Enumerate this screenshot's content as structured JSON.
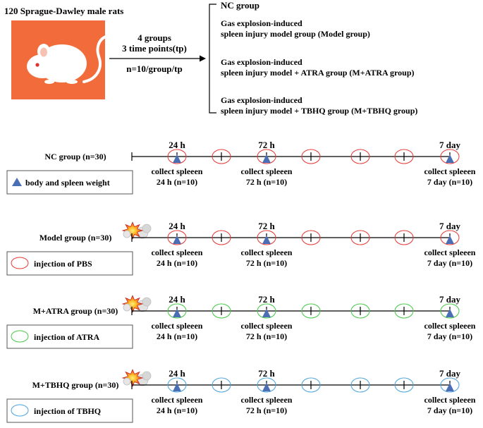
{
  "header": {
    "rat_label": "120 Sprague-Dawley male rats",
    "arrow_line1": "4 groups",
    "arrow_line2": "3 time points(tp)",
    "arrow_line3": "n=10/group/tp"
  },
  "group_list": [
    {
      "line1": "NC group",
      "line2": ""
    },
    {
      "line1": "Gas explosion-induced",
      "line2": "spleen injury model  group (Model group)"
    },
    {
      "line1": "Gas explosion-induced",
      "line2": "spleen injury model  + ATRA group (M+ATRA group)"
    },
    {
      "line1": "Gas explosion-induced",
      "line2": "spleen injury model  + TBHQ group (M+TBHQ group)"
    }
  ],
  "timepoints": {
    "t1": "24 h",
    "t2": "72 h",
    "t3": "7 day"
  },
  "collect": {
    "label": "collect spleeen",
    "c1": "24 h (n=10)",
    "c2": "72 h (n=10)",
    "c3": "7 day (n=10)"
  },
  "timelines": [
    {
      "name": "NC group (n=30)",
      "legend": "body and spleen weight",
      "legend_type": "triangle",
      "circle_color": "#e53935",
      "explosion": false
    },
    {
      "name": "Model group (n=30)",
      "legend": "injection of PBS",
      "legend_type": "circle",
      "circle_color": "#e53935",
      "explosion": true
    },
    {
      "name": "M+ATRA group (n=30)",
      "legend": "injection of ATRA",
      "legend_type": "circle",
      "circle_color": "#43c943",
      "explosion": true
    },
    {
      "name": "M+TBHQ group (n=30)",
      "legend": "injection of TBHQ",
      "legend_type": "circle",
      "circle_color": "#4aa3df",
      "explosion": true
    }
  ],
  "colors": {
    "rat_bg": "#f26b3a",
    "triangle": "#4a6fb5",
    "line": "#000000"
  }
}
